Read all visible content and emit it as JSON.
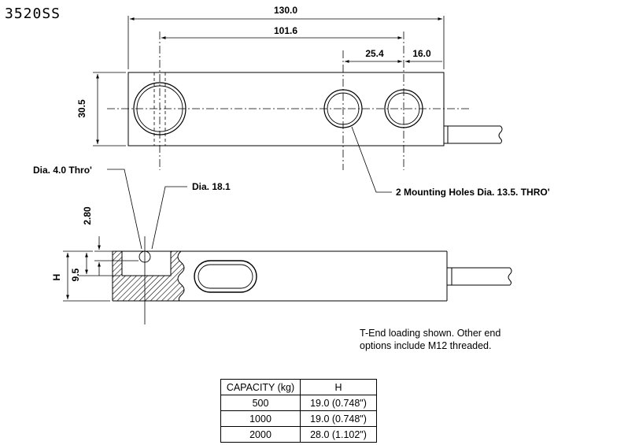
{
  "title": "3520SS",
  "dimensions": {
    "overall_length": "130.0",
    "hole_span": "101.6",
    "hole_pitch": "25.4",
    "end_offset": "16.0",
    "height": "30.5",
    "thro_hole": "Dia. 4.0 Thro'",
    "bore": "Dia. 18.1",
    "depth": "2.80",
    "depth_section": "9.5",
    "h_symbol": "H",
    "mounting_holes": "2 Mounting Holes Dia. 13.5. THRO'"
  },
  "note": {
    "line1": "T-End loading shown. Other end",
    "line2": "options include M12 threaded."
  },
  "table": {
    "headers": [
      "CAPACITY (kg)",
      "H"
    ],
    "rows": [
      [
        "500",
        "19.0 (0.748\")"
      ],
      [
        "1000",
        "19.0 (0.748\")"
      ],
      [
        "2000",
        "28.0 (1.102\")"
      ]
    ]
  }
}
